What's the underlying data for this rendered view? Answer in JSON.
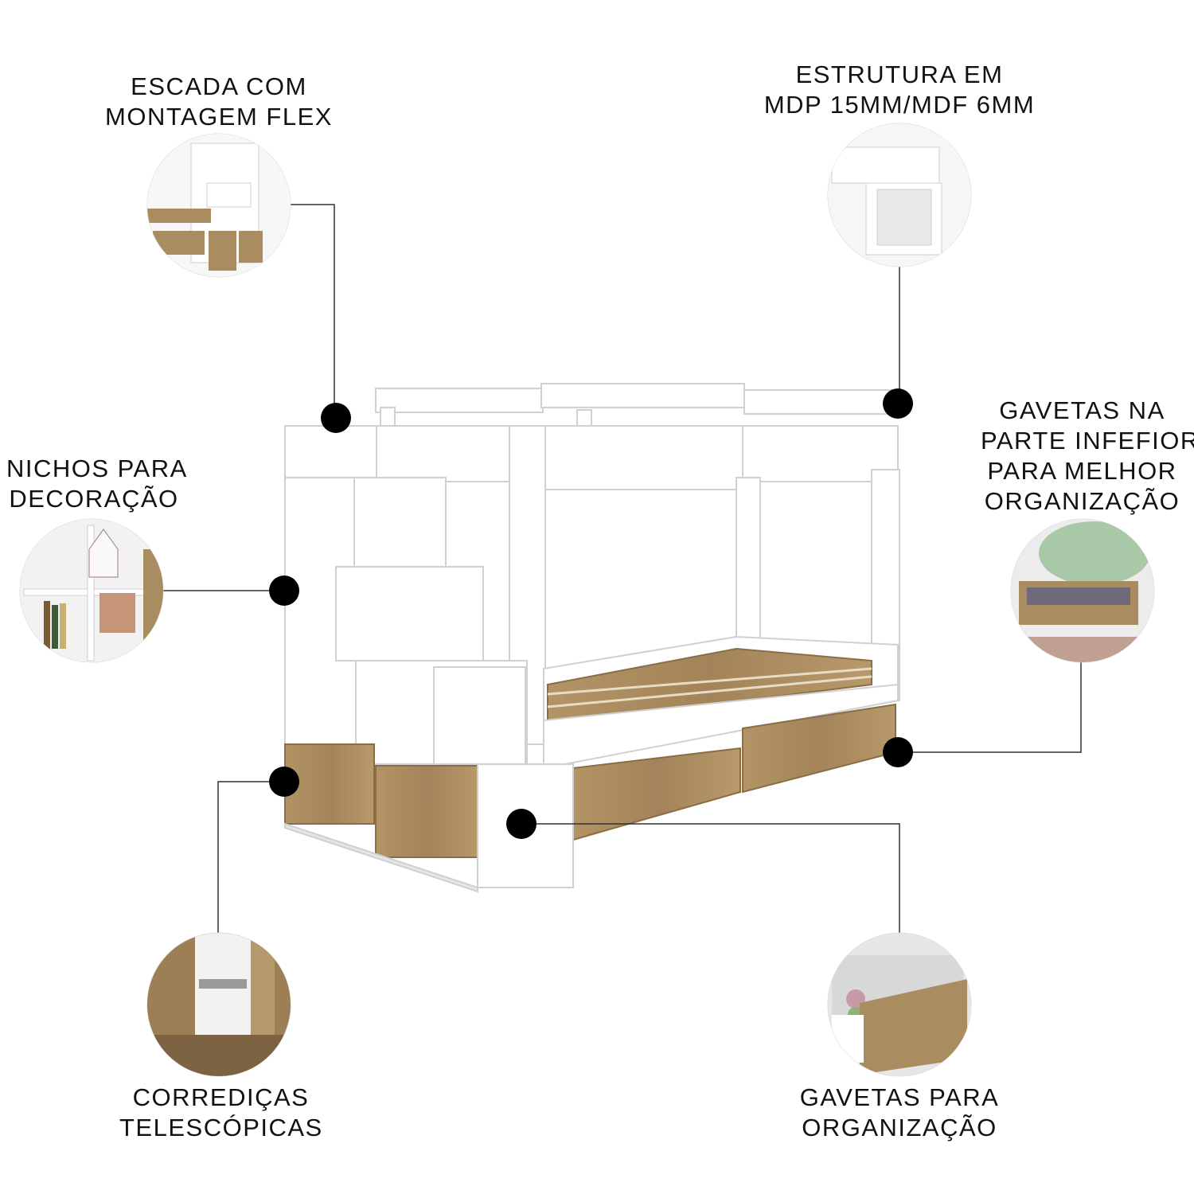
{
  "callouts": {
    "escada": {
      "line1": "ESCADA COM",
      "line2": "MONTAGEM FLEX"
    },
    "estrutura": {
      "line1": "ESTRUTURA EM",
      "line2": "MDP 15MM/MDF 6MM"
    },
    "nichos": {
      "line1": "NICHOS PARA",
      "line2": "DECORAÇÃO"
    },
    "gavetas_inferior": {
      "line1": "GAVETAS NA",
      "line2": "PARTE INFEFIOR",
      "line3": "PARA MELHOR",
      "line4": "ORGANIZAÇÃO"
    },
    "corredicas": {
      "line1": "CORREDIÇAS",
      "line2": "TELESCÓPICAS"
    },
    "gavetas_org": {
      "line1": "GAVETAS PARA",
      "line2": "ORGANIZAÇÃO"
    }
  },
  "colors": {
    "wood": "#a98c5f",
    "white_panel": "#ffffff",
    "outline": "#d4d4d4",
    "dot": "#000000",
    "leader": "#333333"
  }
}
